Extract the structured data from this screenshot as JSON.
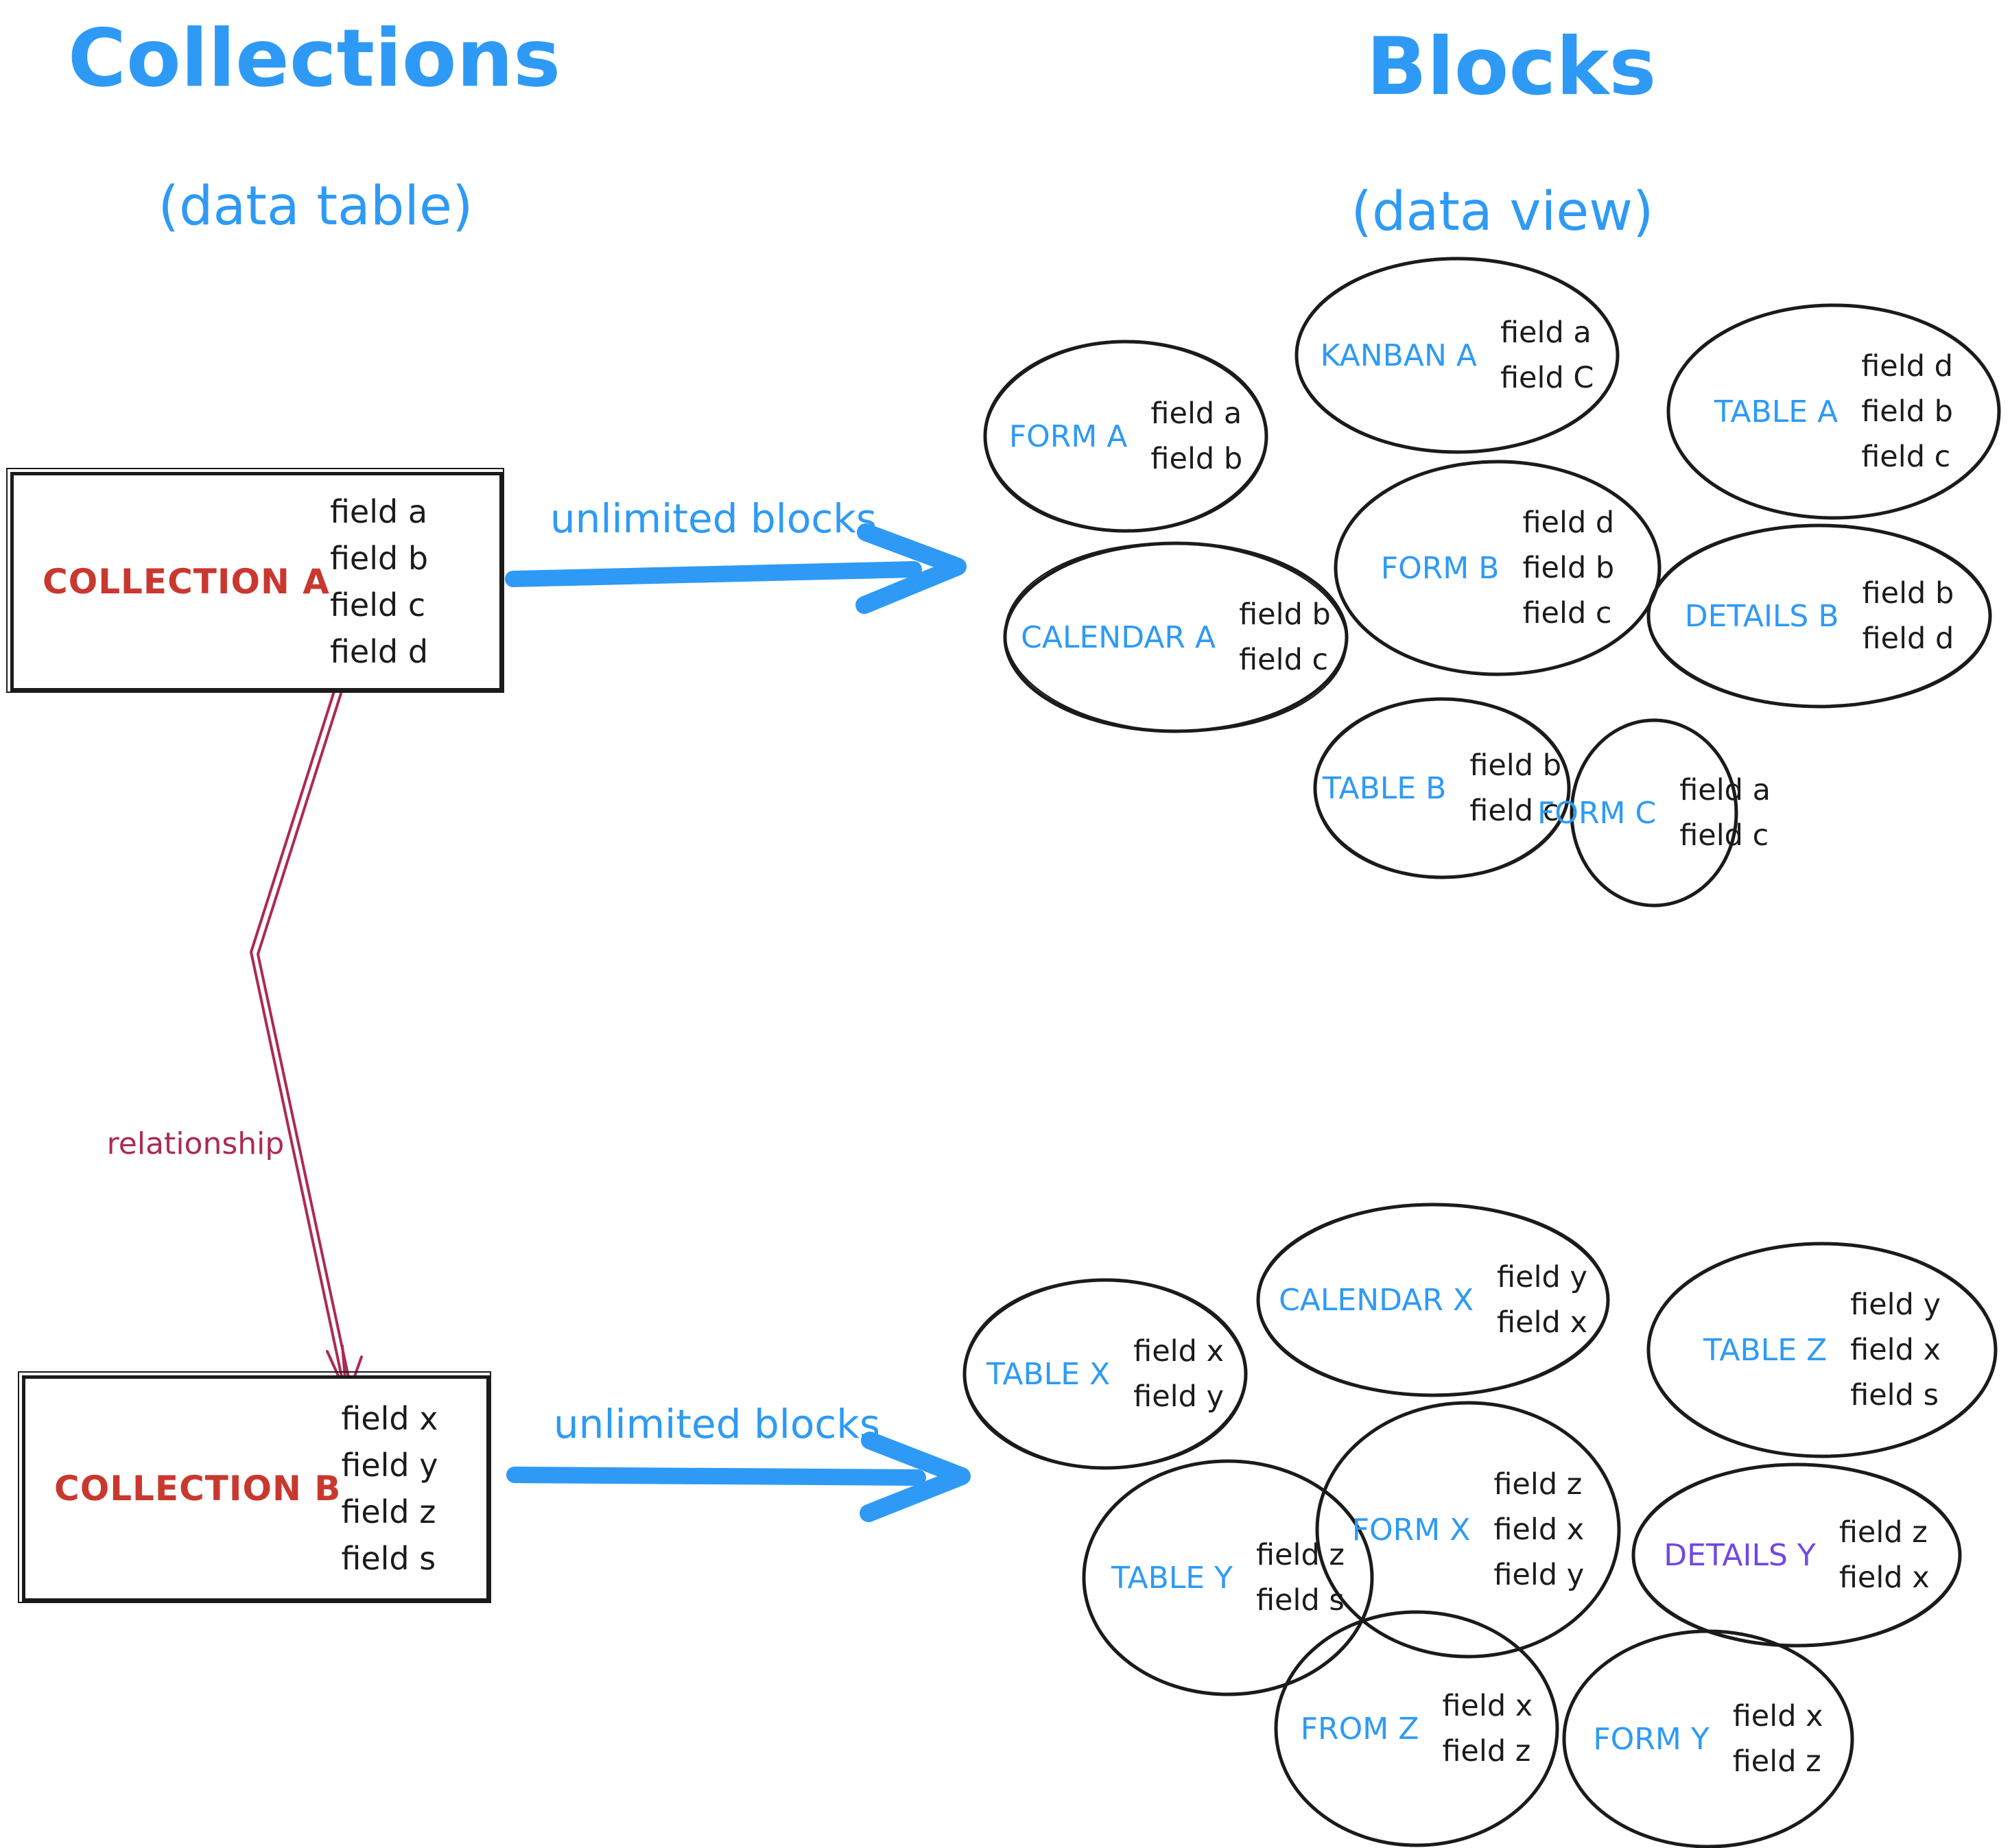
{
  "titles": {
    "left": {
      "title": "Collections",
      "subtitle": "(data table)"
    },
    "right": {
      "title": "Blocks",
      "subtitle": "(data view)"
    }
  },
  "collections": [
    {
      "name": "COLLECTION A",
      "fields": [
        "field a",
        "field b",
        "field c",
        "field d"
      ]
    },
    {
      "name": "COLLECTION B",
      "fields": [
        "field x",
        "field y",
        "field z",
        "field s"
      ]
    }
  ],
  "arrows": {
    "top_label": "unlimited blocks",
    "bottom_label": "unlimited blocks",
    "relationship_label": "relationship"
  },
  "blocks_a": [
    {
      "label": "FORM A",
      "fields": [
        "field a",
        "field b"
      ]
    },
    {
      "label": "KANBAN A",
      "fields": [
        "field a",
        "field C"
      ]
    },
    {
      "label": "TABLE A",
      "fields": [
        "field d",
        "field b",
        "field c"
      ]
    },
    {
      "label": "CALENDAR A",
      "fields": [
        "field b",
        "field c"
      ]
    },
    {
      "label": "FORM B",
      "fields": [
        "field d",
        "field b",
        "field c"
      ]
    },
    {
      "label": "DETAILS B",
      "fields": [
        "field b",
        "field d"
      ]
    },
    {
      "label": "TABLE B",
      "fields": [
        "field b",
        "field c"
      ]
    },
    {
      "label": "FORM C",
      "fields": [
        "field a",
        "field c"
      ]
    }
  ],
  "blocks_b": [
    {
      "label": "TABLE X",
      "fields": [
        "field x",
        "field y"
      ]
    },
    {
      "label": "CALENDAR X",
      "fields": [
        "field y",
        "field x"
      ]
    },
    {
      "label": "TABLE Z",
      "fields": [
        "field y",
        "field x",
        "field s"
      ]
    },
    {
      "label": "TABLE Y",
      "fields": [
        "field z",
        "field s"
      ]
    },
    {
      "label": "FORM X",
      "fields": [
        "field z",
        "field x",
        "field y"
      ]
    },
    {
      "label": "DETAILS Y",
      "fields": [
        "field z",
        "field x"
      ]
    },
    {
      "label": "FROM Z",
      "fields": [
        "field x",
        "field z"
      ]
    },
    {
      "label": "FORM Y",
      "fields": [
        "field x",
        "field z"
      ]
    }
  ],
  "colors": {
    "blue": "#2E9AF5",
    "red": "#C9382F",
    "crimson": "#AC2A52",
    "purple": "#7148E2",
    "ink": "#1B1B1B"
  }
}
